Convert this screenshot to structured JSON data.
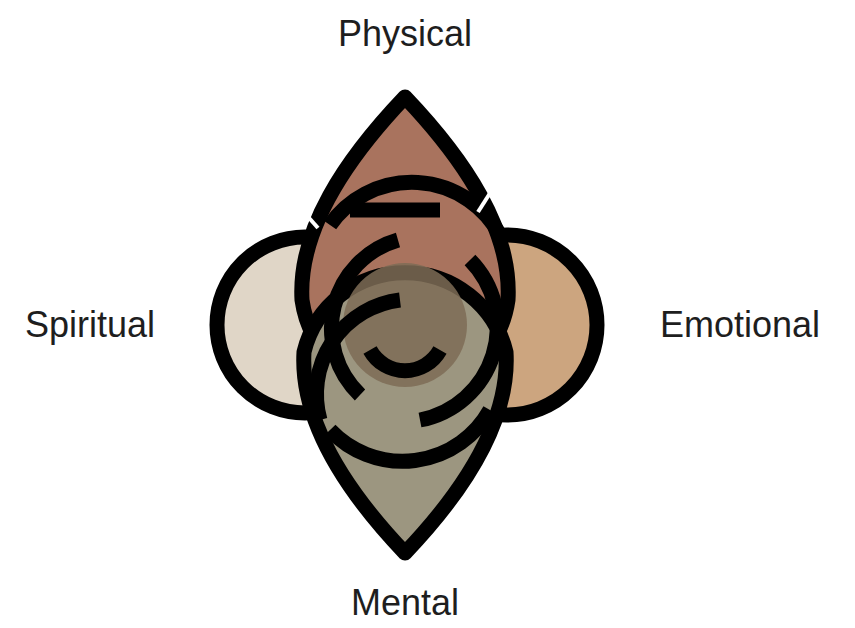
{
  "diagram": {
    "labels": [
      "Physical",
      "Spiritual",
      "Emotional",
      "Mental"
    ]
  }
}
